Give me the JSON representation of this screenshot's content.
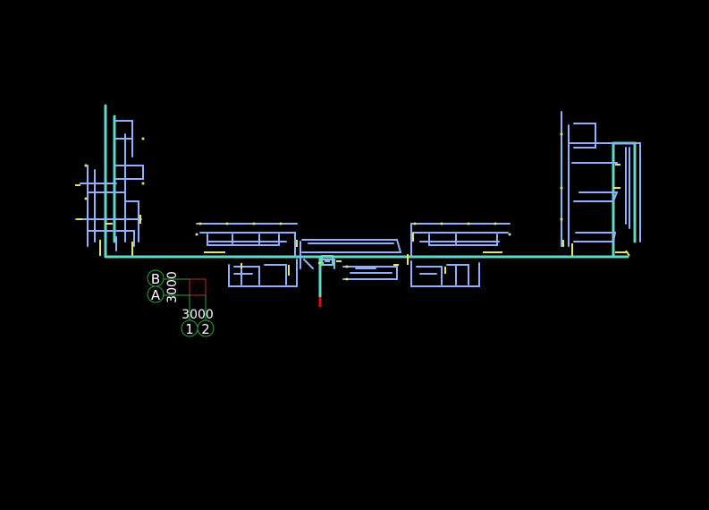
{
  "drawing": {
    "background": "#000000",
    "colors": {
      "main_pipe": "#5fd9c8",
      "branch_pipe": "#8fb0ff",
      "fitting": "#e8e84a",
      "riser": "#e01010",
      "grid_bubble": "#22aa33",
      "grid_line": "#cc2222",
      "text": "#ffffff"
    }
  },
  "grid": {
    "rows": [
      {
        "label": "B"
      },
      {
        "label": "A"
      }
    ],
    "row_spacing": "3000",
    "columns": [
      {
        "label": "1"
      },
      {
        "label": "2"
      }
    ],
    "column_spacing": "3000"
  }
}
